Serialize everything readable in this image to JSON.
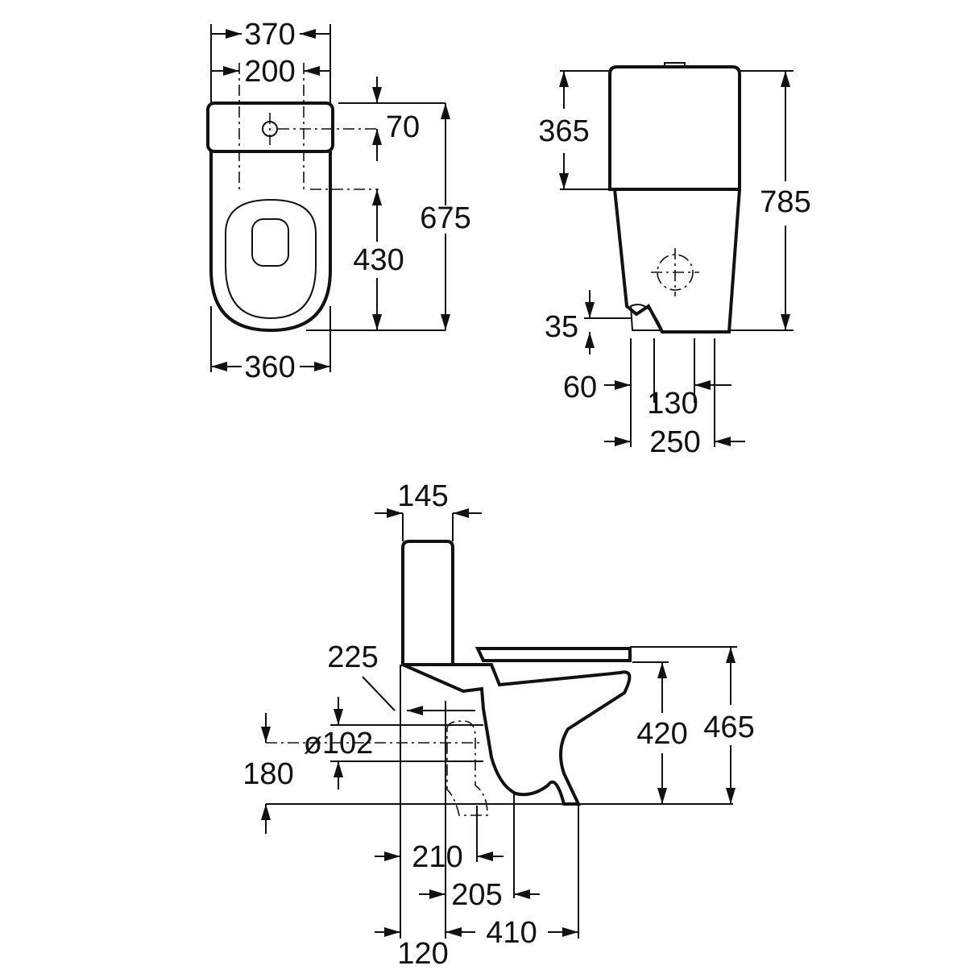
{
  "top_view": {
    "width_tank": "370",
    "inlet_spacing": "200",
    "inlet_offset": "70",
    "total_depth": "675",
    "fixing_depth": "430",
    "bowl_width": "360"
  },
  "front_view": {
    "tank_height": "365",
    "total_height": "785",
    "inlet_height": "35",
    "inlet_side": "60",
    "fixing_spacing": "130",
    "base_width": "250"
  },
  "side_view": {
    "tank_depth": "145",
    "outlet_range": "225",
    "outlet_diameter": "ø102",
    "outlet_height": "180",
    "bowl_height": "420",
    "seat_height": "465",
    "outlet_min": "210",
    "outlet_max": "205",
    "base_length": "410",
    "wall_gap": "120"
  }
}
